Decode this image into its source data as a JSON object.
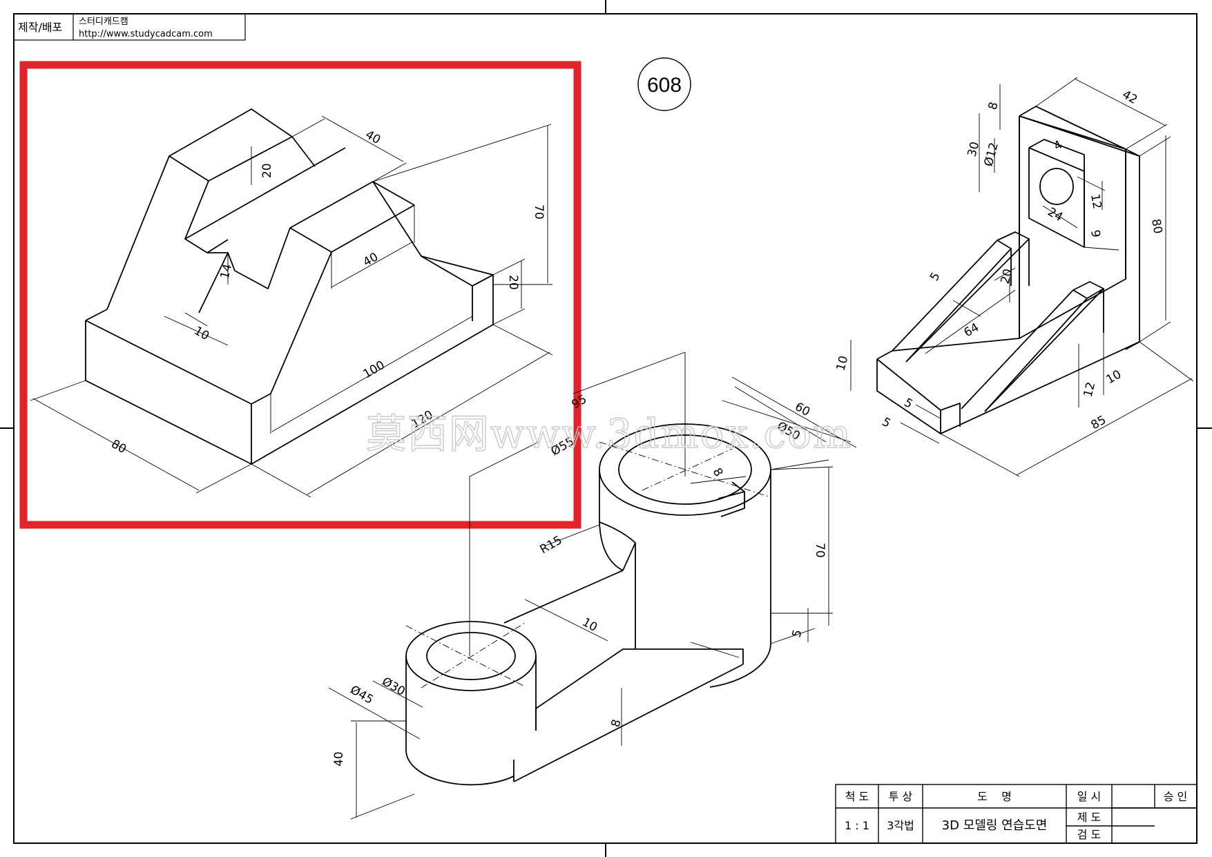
{
  "header": {
    "maker_label": "제작/배포",
    "company": "스터디캐드캠",
    "url": "http://www.studycadcam.com"
  },
  "drawing_number": "608",
  "watermark": "莫西网www.3dmox.com",
  "highlight_color": "#e3222a",
  "part1_dims": {
    "d40_top": "40",
    "d20_notch": "20",
    "d70": "70",
    "d40_mid": "40",
    "d14": "14",
    "d20_right": "20",
    "d10": "10",
    "d100": "100",
    "d120": "120",
    "d80": "80"
  },
  "part2_dims": {
    "d42": "42",
    "d8_top": "8",
    "d30": "30",
    "d12_dia": "Ø12",
    "d4": "4",
    "d12": "12",
    "d24": "24",
    "d9": "9",
    "d80": "80",
    "d5_rib": "5",
    "d20": "20",
    "d64": "64",
    "d10_base": "10",
    "d5_a": "5",
    "d5_b": "5",
    "d12_b": "12",
    "d10_b": "10",
    "d85": "85"
  },
  "part3_dims": {
    "d95": "95",
    "d60": "60",
    "d50_dia": "Ø50",
    "d55_dia": "Ø55",
    "d8": "8",
    "d70": "70",
    "r15": "R15",
    "d10": "10",
    "d5": "5",
    "d30_dia": "Ø30",
    "d45_dia": "Ø45",
    "d8_b": "8",
    "d40": "40"
  },
  "title_block": {
    "scale_label": "척 도",
    "projection_label": "투 상",
    "name_label": "도    명",
    "date_label": "일 시",
    "approval_label": "승 인",
    "scale_value": "1 : 1",
    "projection_value": "3각법",
    "name_value": "3D 모델링 연습도면",
    "drawn_label": "제 도",
    "checked_label": "검 도"
  }
}
